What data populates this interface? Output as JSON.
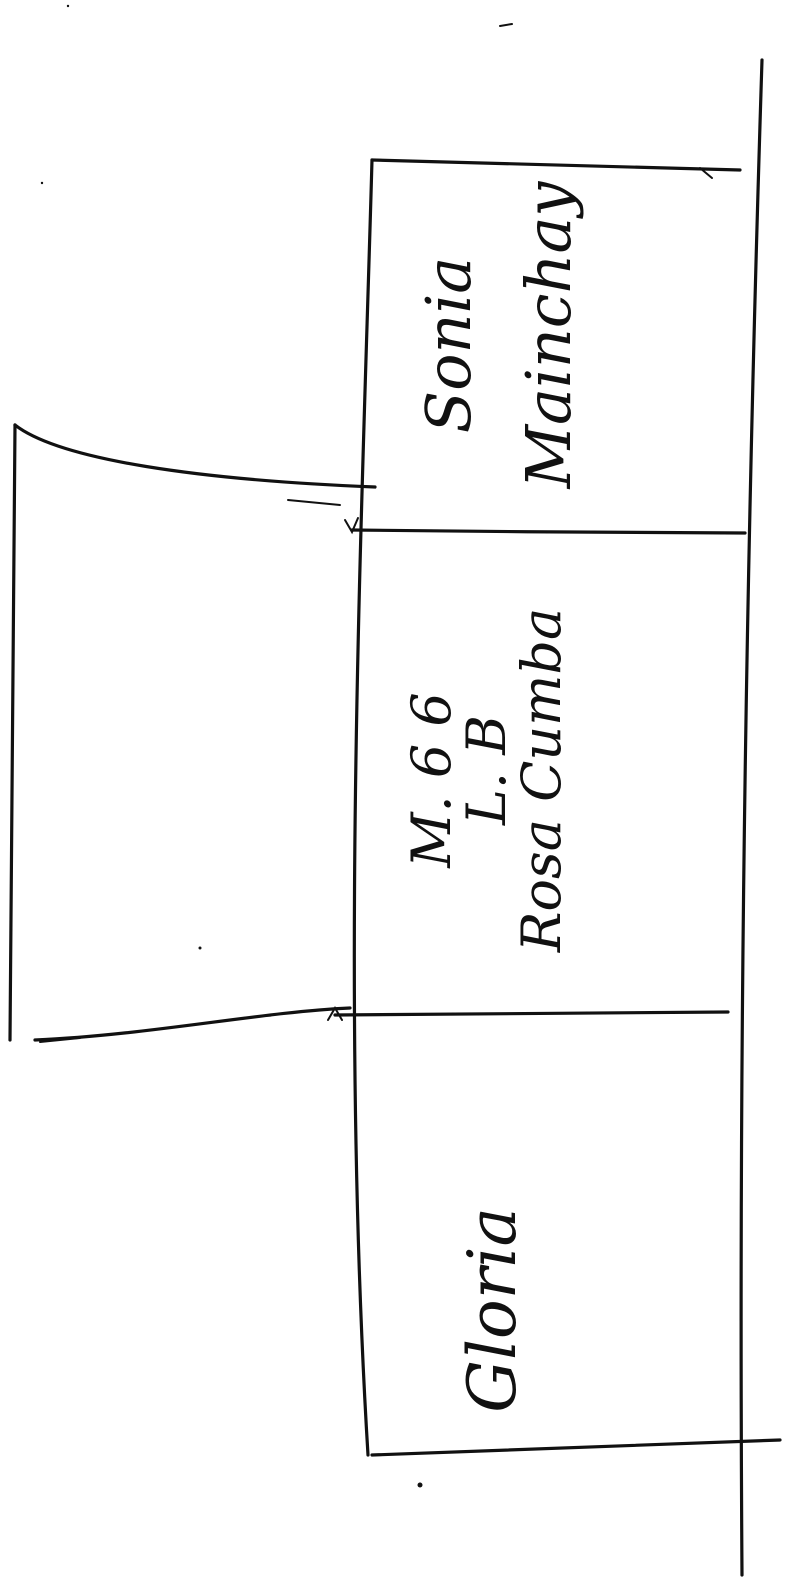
{
  "drawing": {
    "cells": [
      {
        "lines": [
          "Sonia",
          "Mainchay"
        ]
      },
      {
        "lines": [
          "M. 6 6",
          "L. B",
          "Rosa Cumba"
        ]
      },
      {
        "lines": [
          "Gloria"
        ]
      }
    ]
  }
}
